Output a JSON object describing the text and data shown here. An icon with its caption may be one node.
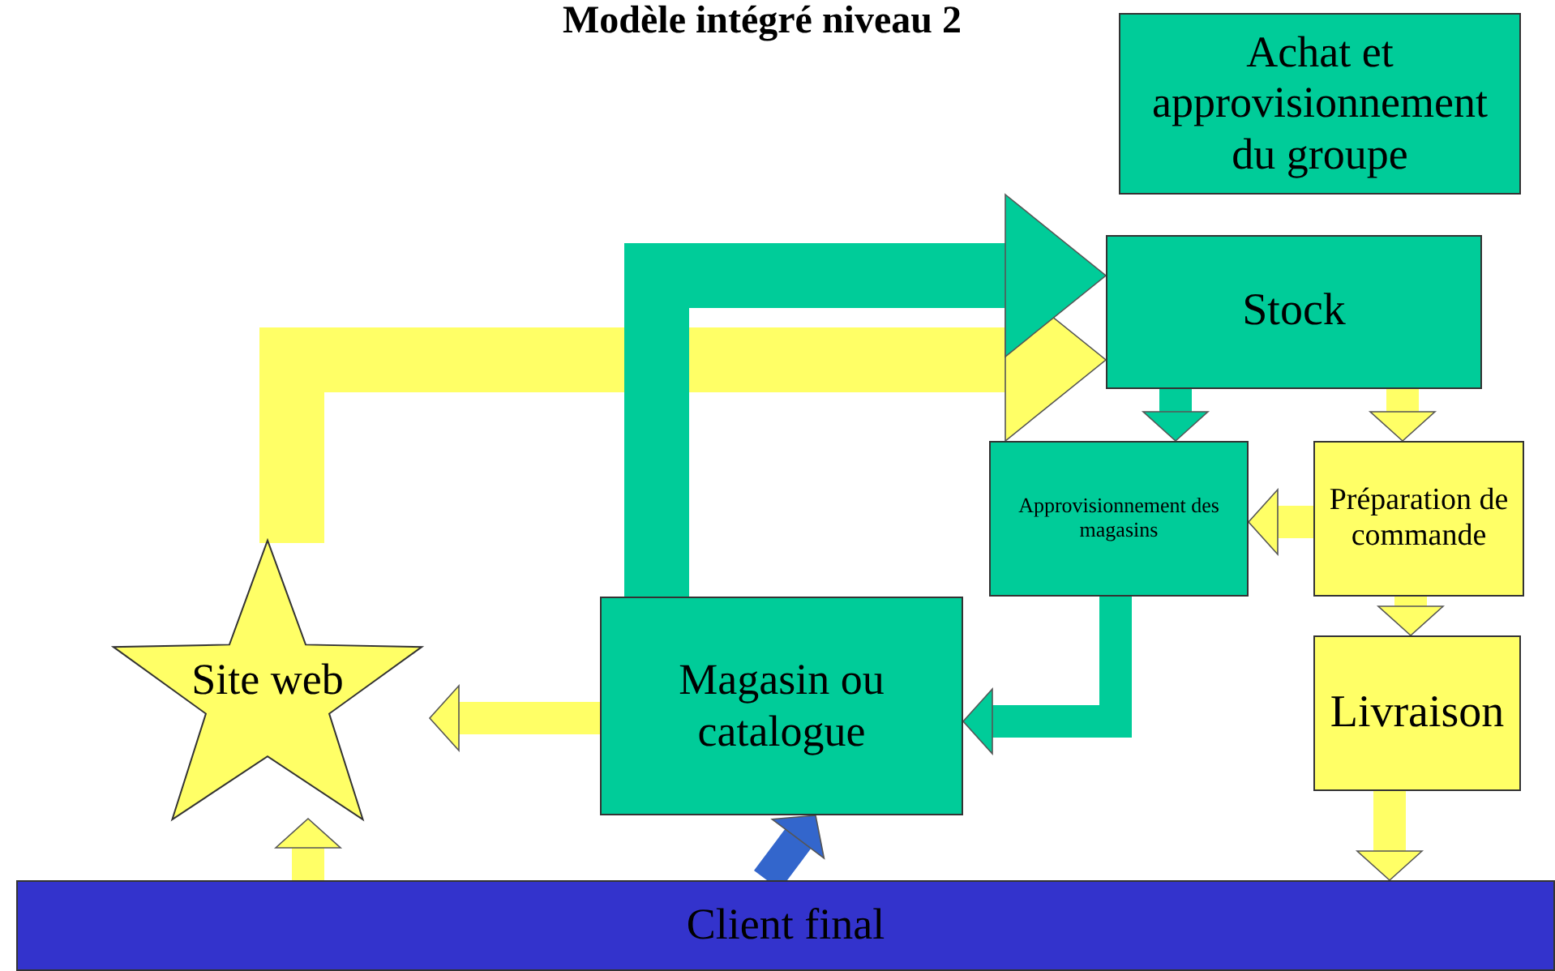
{
  "diagram": {
    "title": "Modèle intégré niveau 2",
    "nodes": [
      {
        "text": [
          "Achat et approvisionnement du groupe"
        ]
      },
      {
        "text": [
          "Stock"
        ]
      },
      {
        "text": [
          "Approvisionnement des magasins"
        ]
      },
      {
        "text": [
          "Préparation de commande"
        ]
      },
      {
        "text": [
          "Livraison"
        ]
      },
      {
        "text": [
          "Site web"
        ]
      },
      {
        "text": [
          "Magasin ou catalogue"
        ]
      },
      {
        "text": [
          "Client final"
        ]
      }
    ],
    "edges": [
      {
        "from": 5,
        "to": 1,
        "arrow": "to",
        "style": "thick"
      },
      {
        "from": 6,
        "to": 1,
        "arrow": "to",
        "style": "thick",
        "color": "#00cc99"
      },
      {
        "from": 1,
        "to": 2,
        "arrow": "to",
        "color": "#00cc99"
      },
      {
        "from": 1,
        "to": 3,
        "arrow": "to"
      },
      {
        "from": 3,
        "to": 2,
        "arrow": "to"
      },
      {
        "from": 3,
        "to": 4,
        "arrow": "to"
      },
      {
        "from": 4,
        "to": 7,
        "arrow": "to"
      },
      {
        "from": 2,
        "to": 6,
        "arrow": "to",
        "color": "#00cc99"
      },
      {
        "from": 6,
        "to": 5,
        "arrow": "to"
      },
      {
        "from": 7,
        "to": 5,
        "arrow": "to"
      },
      {
        "from": 7,
        "to": 6,
        "arrow": "to",
        "color": "#3366cc"
      }
    ]
  }
}
